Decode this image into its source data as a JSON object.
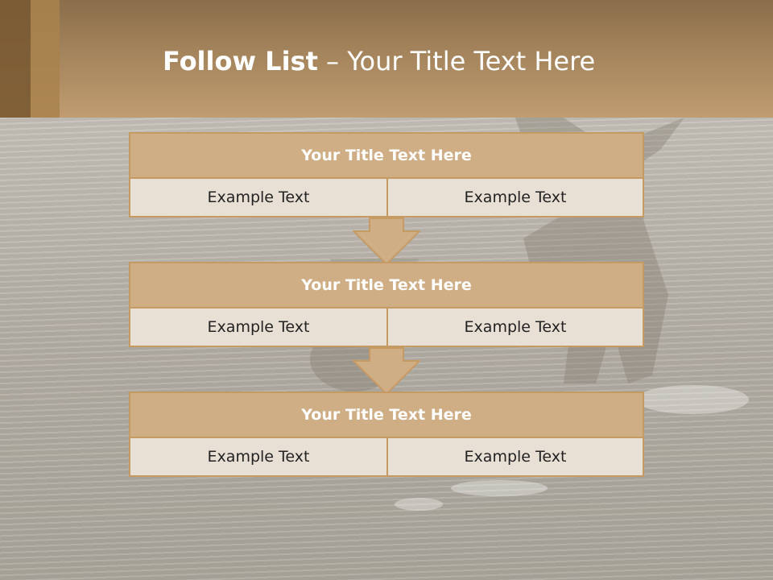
{
  "slide": {
    "title_bold": "Follow List",
    "title_rest": " – Your Title Text Here"
  },
  "steps": [
    {
      "title": "Your Title Text Here",
      "left": "Example Text",
      "right": "Example Text"
    },
    {
      "title": "Your Title Text Here",
      "left": "Example Text",
      "right": "Example Text"
    },
    {
      "title": "Your Title Text Here",
      "left": "Example Text",
      "right": "Example Text"
    }
  ],
  "colors": {
    "header": "#a4845c",
    "box_border": "#c59a63",
    "box_title_fill": "#cfae86",
    "box_cell_fill": "#e9e0d5",
    "arrow_fill": "#cfae86"
  },
  "icons": {
    "connector": "down-arrow-icon"
  }
}
